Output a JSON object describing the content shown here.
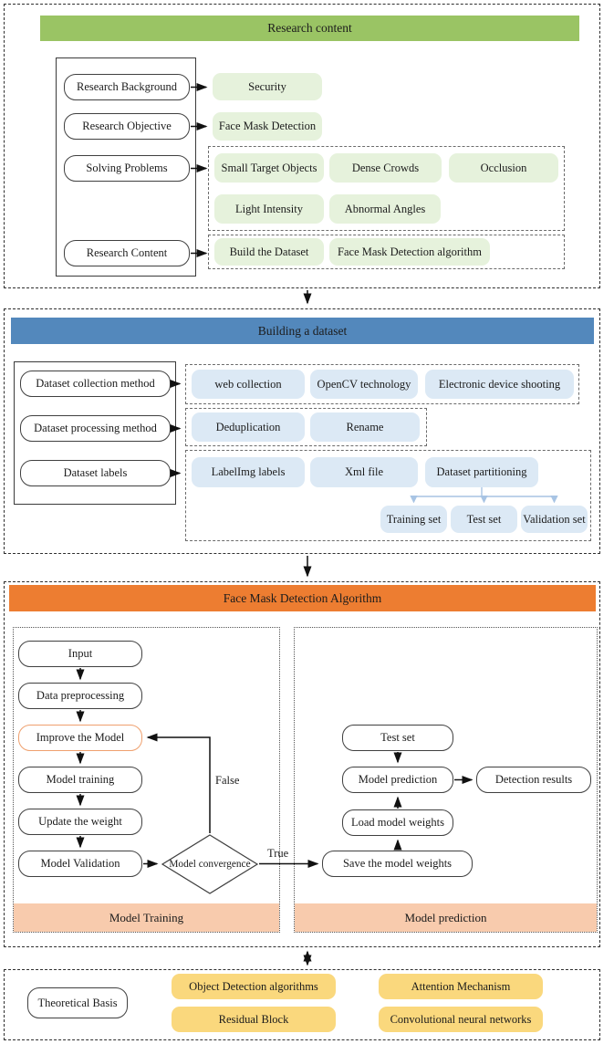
{
  "s1": {
    "header": "Research content",
    "left": [
      "Research Background",
      "Research Objective",
      "Solving Problems",
      "Research Content"
    ],
    "r1": [
      "Security"
    ],
    "r2": [
      "Face Mask Detection"
    ],
    "r3": [
      "Small Target Objects",
      "Dense Crowds",
      "Occlusion",
      "Light Intensity",
      "Abnormal Angles"
    ],
    "r4": [
      "Build the Dataset",
      "Face Mask Detection algorithm"
    ]
  },
  "s2": {
    "header": "Building a dataset",
    "left": [
      "Dataset collection method",
      "Dataset processing method",
      "Dataset labels"
    ],
    "r1": [
      "web collection",
      "OpenCV technology",
      "Electronic device shooting"
    ],
    "r2": [
      "Deduplication",
      "Rename"
    ],
    "r3": [
      "LabelImg labels",
      "Xml file",
      "Dataset partitioning"
    ],
    "splits": [
      "Training set",
      "Test set",
      "Validation set"
    ]
  },
  "s3": {
    "header": "Face Mask Detection Algorithm",
    "train_steps": [
      "Input",
      "Data preprocessing",
      "Improve the Model",
      "Model training",
      "Update the weight",
      "Model Validation"
    ],
    "decision": "Model convergence",
    "false_label": "False",
    "true_label": "True",
    "predict": {
      "test_set": "Test set",
      "model_prediction": "Model prediction",
      "detection_results": "Detection results",
      "load_weights": "Load model weights",
      "save_weights": "Save the model weights"
    },
    "train_footer": "Model Training",
    "predict_footer": "Model prediction"
  },
  "s4": {
    "basis": "Theoretical Basis",
    "chips": [
      "Object Detection algorithms",
      "Attention Mechanism",
      "Residual Block",
      "Convolutional neural networks"
    ]
  },
  "colors": {
    "green_header": "#9AC464",
    "green_chip": "#E6F2DC",
    "blue_header": "#5388BC",
    "blue_chip": "#DCE9F5",
    "orange_header": "#ED7D31",
    "peach_footer": "#F8CBAD",
    "yellow_chip": "#FAD87D",
    "improve_border": "#EFA06E",
    "connector_blue": "#A8C4E4"
  }
}
